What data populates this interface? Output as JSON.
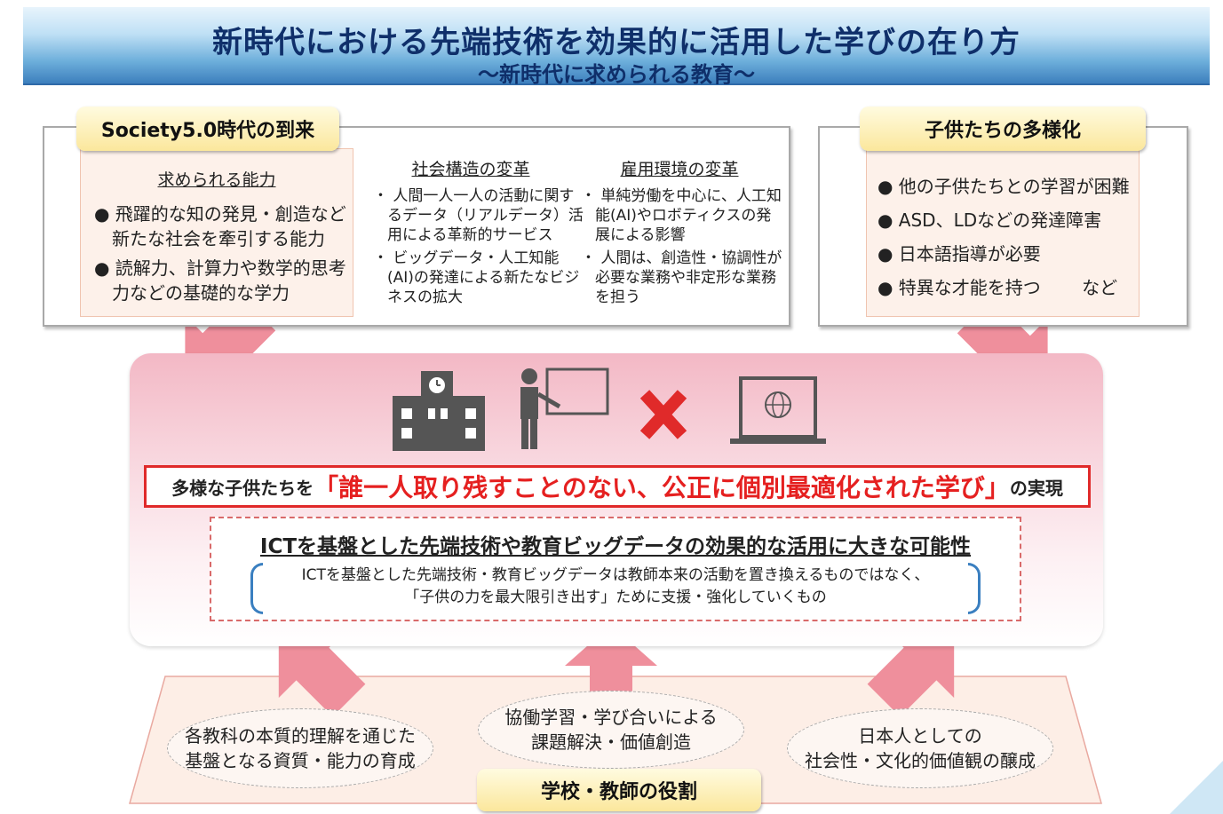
{
  "header": {
    "title": "新時代における先端技術を効果的に活用した学びの在り方",
    "subtitle": "～新時代に求められる教育～"
  },
  "society": {
    "label": "Society5.0時代の到来",
    "abilities_title": "求められる能力",
    "abilities": [
      "● 飛躍的な知の発見・創造など新たな社会を牽引する能力",
      "● 読解力、計算力や数学的思考力などの基礎的な学力"
    ],
    "social_title": "社会構造の変革",
    "social_items": [
      "・ 人間一人一人の活動に関するデータ（リアルデータ）活用による革新的サービス",
      "・ ビッグデータ・人工知能(AI)の発達による新たなビジネスの拡大"
    ],
    "employment_title": "雇用環境の変革",
    "employment_items": [
      "・ 単純労働を中心に、人工知能(AI)やロボティクスの発展による影響",
      "・ 人間は、創造性・協調性が必要な業務や非定形な業務を担う"
    ]
  },
  "diversity": {
    "label": "子供たちの多様化",
    "items": [
      "● 他の子供たちとの学習が困難",
      "● ASD、LDなどの発達障害",
      "● 日本語指導が必要",
      "● 特異な才能を持つ　　 など"
    ]
  },
  "goal": {
    "prefix": "多様な子供たちを",
    "highlight": "「誰一人取り残すことのない、公正に個別最適化された学び」",
    "suffix": "の実現"
  },
  "ict": {
    "title": "ICTを基盤とした先端技術や教育ビッグデータの効果的な活用に大きな可能性",
    "line1": "ICTを基盤とした先端技術・教育ビッグデータは教師本来の活動を置き換えるものではなく、",
    "line2": "「子供の力を最大限引き出す」ために支援・強化していくもの"
  },
  "roles": {
    "label": "学校・教師の役割",
    "ovals": [
      "各教科の本質的理解を通じた\n基盤となる資質・能力の育成",
      "協働学習・学び合いによる\n課題解決・価値創造",
      "日本人としての\n社会性・文化的価値観の醸成"
    ]
  },
  "icons": [
    "school-building-icon",
    "teacher-board-icon",
    "cross-icon",
    "laptop-globe-icon"
  ],
  "colors": {
    "banner_dark": "#2f6aa8",
    "accent_red": "#e52020",
    "arrow_pink": "#ef8f9c",
    "label_yellow": "#fbe79c"
  }
}
